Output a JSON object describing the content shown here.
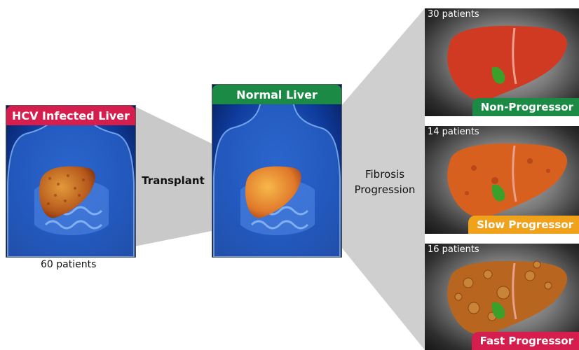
{
  "left_panel": {
    "header": "HCV Infected Liver",
    "header_color": "#d51e4d",
    "caption": "60 patients"
  },
  "transplant_label": "Transplant",
  "middle_panel": {
    "header": "Normal Liver",
    "header_color": "#1a8a45"
  },
  "fibrosis_label_line1": "Fibrosis",
  "fibrosis_label_line2": "Progression",
  "outcomes": [
    {
      "count": "30 patients",
      "label": "Non-Progressor",
      "tag_color": "#1a8a45",
      "liver_color": "#d03a22"
    },
    {
      "count": "14 patients",
      "label": "Slow Progressor",
      "tag_color": "#f0a21a",
      "liver_color": "#d8601e"
    },
    {
      "count": "16 patients",
      "label": "Fast Progressor",
      "tag_color": "#d51e4d",
      "liver_color": "#b8651f"
    }
  ]
}
